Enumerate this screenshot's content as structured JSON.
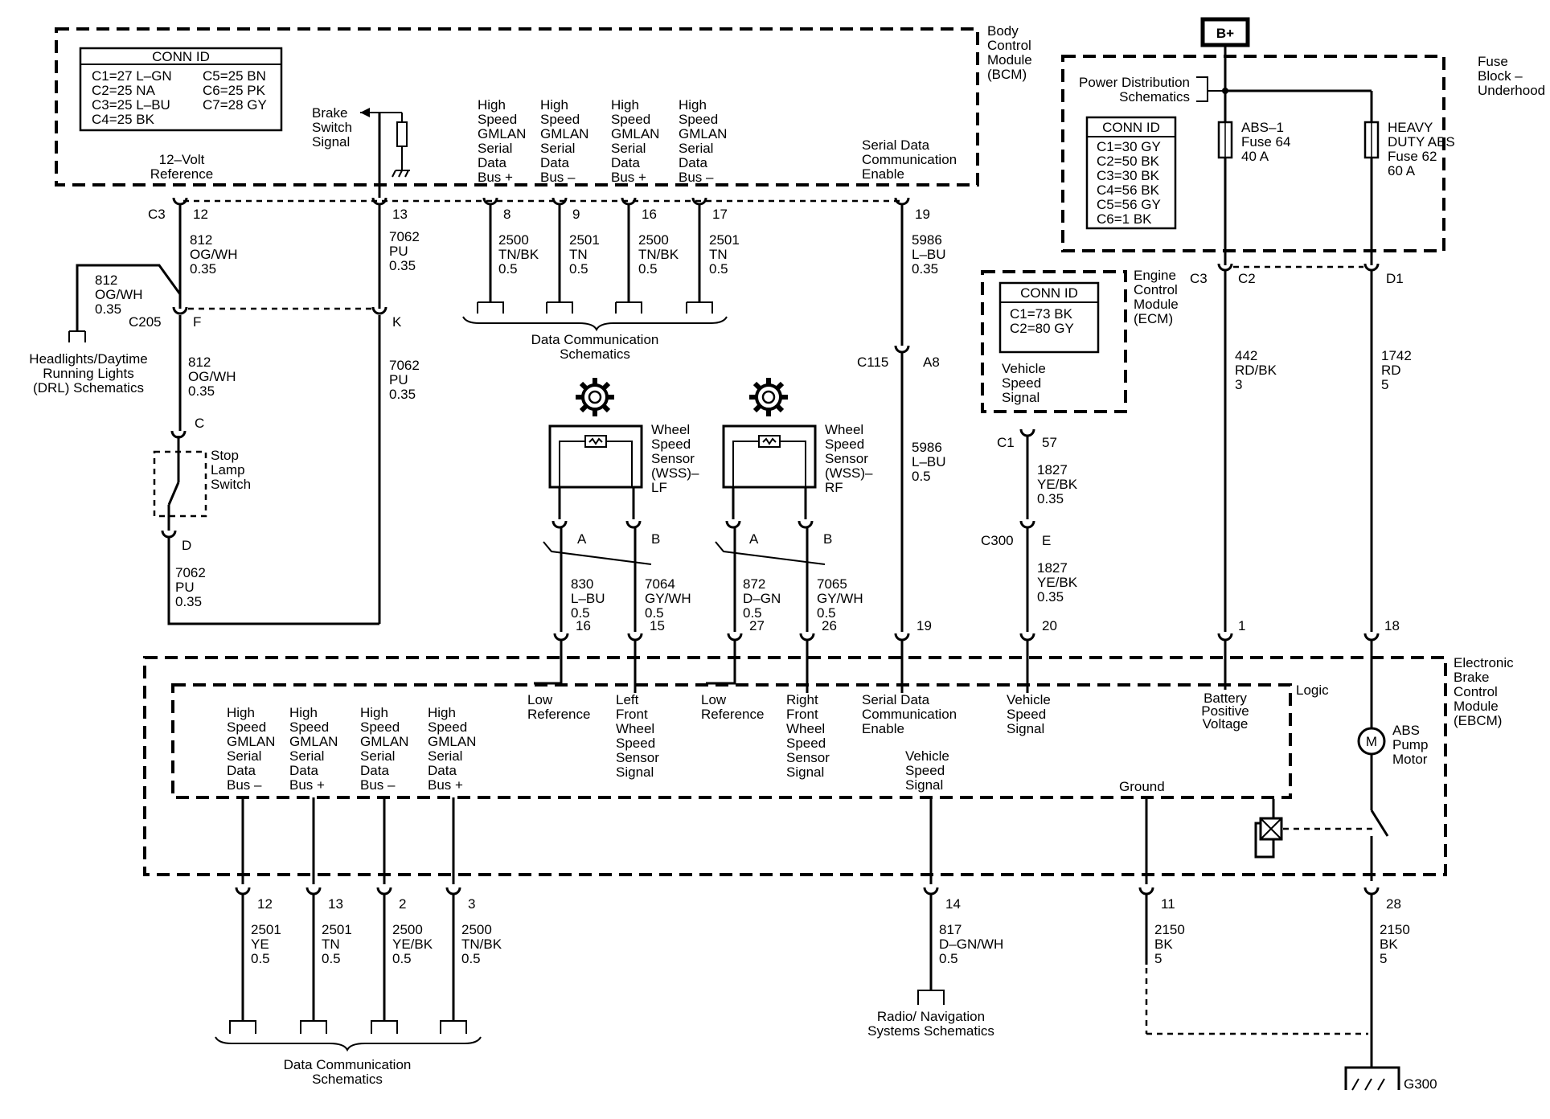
{
  "modules": {
    "bcm": [
      "Body",
      "Control",
      "Module",
      "(BCM)"
    ],
    "fuse": [
      "Fuse",
      "Block –",
      "Underhood"
    ],
    "ecm": [
      "Engine",
      "Control",
      "Module",
      "(ECM)"
    ],
    "ebcm": [
      "Electronic",
      "Brake",
      "Control",
      "Module",
      "(EBCM)"
    ]
  },
  "conn_tables": {
    "bcm": {
      "title": "CONN ID",
      "left": [
        "C1=27 L–GN",
        "C2=25 NA",
        "C3=25 L–BU",
        "C4=25 BK"
      ],
      "right": [
        "C5=25 BN",
        "C6=25 PK",
        "C7=28 GY"
      ]
    },
    "fuse": {
      "title": "CONN ID",
      "rows": [
        "C1=30 GY",
        "C2=50 BK",
        "C3=30 BK",
        "C4=56 BK",
        "C5=56 GY",
        "C6=1 BK"
      ]
    },
    "ecm": {
      "title": "CONN ID",
      "rows": [
        "C1=73 BK",
        "C2=80 GY"
      ]
    }
  },
  "b_plus": "B+",
  "bcm_labels": {
    "ref12v": [
      "12–Volt",
      "Reference"
    ],
    "brake": [
      "Brake",
      "Switch",
      "Signal"
    ],
    "gm1": [
      "High",
      "Speed",
      "GMLAN",
      "Serial",
      "Data",
      "Bus +"
    ],
    "gm2": [
      "High",
      "Speed",
      "GMLAN",
      "Serial",
      "Data",
      "Bus –"
    ],
    "gm3": [
      "High",
      "Speed",
      "GMLAN",
      "Serial",
      "Data",
      "Bus +"
    ],
    "gm4": [
      "High",
      "Speed",
      "GMLAN",
      "Serial",
      "Data",
      "Bus –"
    ],
    "sdce": [
      "Serial Data",
      "Communication",
      "Enable"
    ]
  },
  "bcm_pins": {
    "conn": "C3",
    "p1": "12",
    "p2": "13",
    "p3": "8",
    "p4": "9",
    "p5": "16",
    "p6": "17",
    "p7": "19"
  },
  "wires_top": {
    "w812": [
      "812",
      "OG/WH",
      "0.35"
    ],
    "w7062a": [
      "7062",
      "PU",
      "0.35"
    ],
    "w2500a": [
      "2500",
      "TN/BK",
      "0.5"
    ],
    "w2501a": [
      "2501",
      "TN",
      "0.5"
    ],
    "w2500b": [
      "2500",
      "TN/BK",
      "0.5"
    ],
    "w2501b": [
      "2501",
      "TN",
      "0.5"
    ],
    "w5986a": [
      "5986",
      "L–BU",
      "0.35"
    ],
    "w812branch": [
      "812",
      "OG/WH",
      "0.35"
    ],
    "w812b": [
      "812",
      "OG/WH",
      "0.35"
    ],
    "w7062b": [
      "7062",
      "PU",
      "0.35"
    ],
    "w5986b": [
      "5986",
      "L–BU",
      "0.5"
    ],
    "w7062c": [
      "7062",
      "PU",
      "0.35"
    ]
  },
  "left_side": {
    "c205": "C205",
    "c205_f": "F",
    "c205_k": "K",
    "drl": [
      "Headlights/Daytime",
      "Running Lights",
      "(DRL) Schematics"
    ],
    "stop_c": "C",
    "stop_d": "D",
    "stop": [
      "Stop",
      "Lamp",
      "Switch"
    ]
  },
  "data_comm": [
    "Data Communication",
    "Schematics"
  ],
  "c115": {
    "name": "C115",
    "pin": "A8"
  },
  "wss_lf": {
    "label": [
      "Wheel",
      "Speed",
      "Sensor",
      "(WSS)–",
      "LF"
    ],
    "a": "A",
    "b": "B",
    "w1": [
      "830",
      "L–BU",
      "0.5"
    ],
    "w2": [
      "7064",
      "GY/WH",
      "0.5"
    ],
    "p1": "16",
    "p2": "15"
  },
  "wss_rf": {
    "label": [
      "Wheel",
      "Speed",
      "Sensor",
      "(WSS)–",
      "RF"
    ],
    "a": "A",
    "b": "B",
    "w1": [
      "872",
      "D–GN",
      "0.5"
    ],
    "w2": [
      "7065",
      "GY/WH",
      "0.5"
    ],
    "p1": "27",
    "p2": "26"
  },
  "ecm_side": {
    "vss": [
      "Vehicle",
      "Speed",
      "Signal"
    ],
    "c1": "C1",
    "p57": "57",
    "w1827a": [
      "1827",
      "YE/BK",
      "0.35"
    ],
    "c300": "C300",
    "c300_e": "E",
    "w1827b": [
      "1827",
      "YE/BK",
      "0.35"
    ]
  },
  "fuse_side": {
    "pds": [
      "Power Distribution",
      "Schematics"
    ],
    "abs1": [
      "ABS–1",
      "Fuse 64",
      "40 A"
    ],
    "hdabs": [
      "HEAVY",
      "DUTY ABS",
      "Fuse 62",
      "60 A"
    ],
    "c3": "C3",
    "c2": "C2",
    "d1": "D1",
    "w442": [
      "442",
      "RD/BK",
      "3"
    ],
    "w1742": [
      "1742",
      "RD",
      "5"
    ]
  },
  "ebcm_pins_top": [
    "19",
    "20",
    "1",
    "18"
  ],
  "ebcm_labels": {
    "logic": "Logic",
    "lowref1": [
      "Low",
      "Reference"
    ],
    "lf": [
      "Left",
      "Front",
      "Wheel",
      "Speed",
      "Sensor",
      "Signal"
    ],
    "lowref2": [
      "Low",
      "Reference"
    ],
    "rf": [
      "Right",
      "Front",
      "Wheel",
      "Speed",
      "Sensor",
      "Signal"
    ],
    "sdce": [
      "Serial Data",
      "Communication",
      "Enable"
    ],
    "vss_in": [
      "Vehicle",
      "Speed",
      "Signal"
    ],
    "bpv": [
      "Battery",
      "Positive",
      "Voltage"
    ],
    "vss_out": [
      "Vehicle",
      "Speed",
      "Signal"
    ],
    "ground": "Ground",
    "motor": [
      "ABS",
      "Pump",
      "Motor"
    ],
    "motor_symbol": "M",
    "gm1": [
      "High",
      "Speed",
      "GMLAN",
      "Serial",
      "Data",
      "Bus –"
    ],
    "gm2": [
      "High",
      "Speed",
      "GMLAN",
      "Serial",
      "Data",
      "Bus +"
    ],
    "gm3": [
      "High",
      "Speed",
      "GMLAN",
      "Serial",
      "Data",
      "Bus –"
    ],
    "gm4": [
      "High",
      "Speed",
      "GMLAN",
      "Serial",
      "Data",
      "Bus +"
    ]
  },
  "ebcm_bottom": {
    "p12": "12",
    "p13": "13",
    "p2": "2",
    "p3": "3",
    "p14": "14",
    "p11": "11",
    "p28": "28",
    "w2501ye": [
      "2501",
      "YE",
      "0.5"
    ],
    "w2501tn": [
      "2501",
      "TN",
      "0.5"
    ],
    "w2500yebk": [
      "2500",
      "YE/BK",
      "0.5"
    ],
    "w2500tnbk": [
      "2500",
      "TN/BK",
      "0.5"
    ],
    "w817": [
      "817",
      "D–GN/WH",
      "0.5"
    ],
    "w2150a": [
      "2150",
      "BK",
      "5"
    ],
    "w2150b": [
      "2150",
      "BK",
      "5"
    ],
    "radio": [
      "Radio/ Navigation",
      "Systems Schematics"
    ],
    "g300": "G300"
  }
}
